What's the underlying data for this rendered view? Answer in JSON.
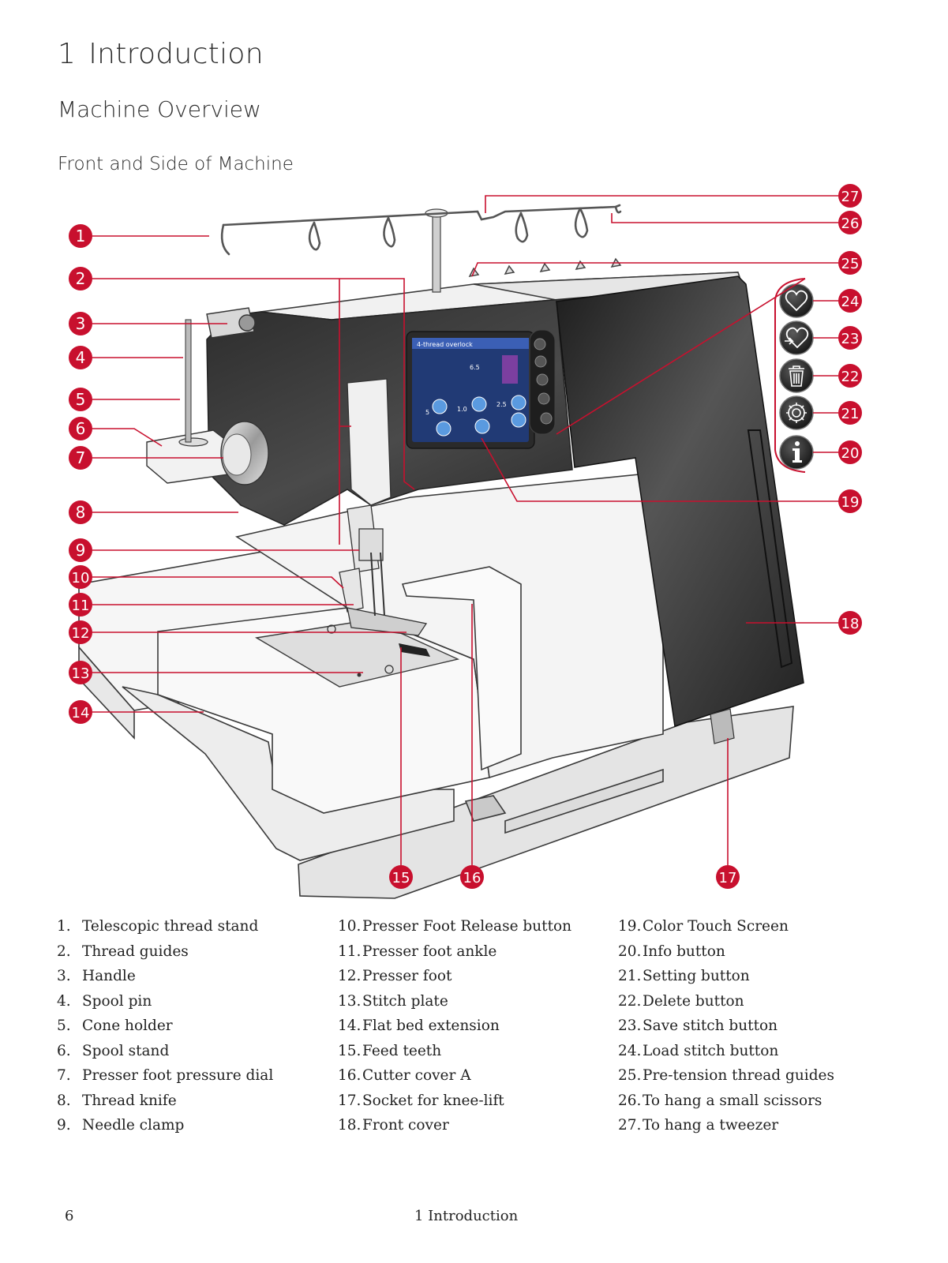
{
  "chapter": {
    "number": "1",
    "title": "Introduction"
  },
  "section_title": "Machine Overview",
  "subsection_title": "Front and Side of Machine",
  "figure": {
    "accent_color": "#c8102e",
    "callouts": [
      "1",
      "2",
      "3",
      "4",
      "5",
      "6",
      "7",
      "8",
      "9",
      "10",
      "11",
      "12",
      "13",
      "14",
      "15",
      "16",
      "17",
      "18",
      "19",
      "20",
      "21",
      "22",
      "23",
      "24",
      "25",
      "26",
      "27"
    ],
    "screen_labels": {
      "header": "4-thread overlock",
      "val_1": "5",
      "val_2": "1.0",
      "val_3": "2.5",
      "val_4": "6.5"
    },
    "side_buttons": [
      "heart-icon",
      "heart-save-icon",
      "trash-icon",
      "gear-icon",
      "info-icon"
    ]
  },
  "legend": {
    "col1": [
      {
        "n": "1.",
        "t": "Telescopic thread stand"
      },
      {
        "n": "2.",
        "t": "Thread guides"
      },
      {
        "n": "3.",
        "t": "Handle"
      },
      {
        "n": "4.",
        "t": "Spool pin"
      },
      {
        "n": "5.",
        "t": "Cone holder"
      },
      {
        "n": "6.",
        "t": "Spool stand"
      },
      {
        "n": "7.",
        "t": "Presser foot pressure dial"
      },
      {
        "n": "8.",
        "t": "Thread knife"
      },
      {
        "n": "9.",
        "t": "Needle clamp"
      }
    ],
    "col2": [
      {
        "n": "10.",
        "t": "Presser Foot Release button"
      },
      {
        "n": "11.",
        "t": "Presser foot ankle"
      },
      {
        "n": "12.",
        "t": "Presser foot"
      },
      {
        "n": "13.",
        "t": "Stitch plate"
      },
      {
        "n": "14.",
        "t": "Flat bed extension"
      },
      {
        "n": "15.",
        "t": "Feed teeth"
      },
      {
        "n": "16.",
        "t": "Cutter cover A"
      },
      {
        "n": "17.",
        "t": "Socket for knee-lift"
      },
      {
        "n": "18.",
        "t": "Front cover"
      }
    ],
    "col3": [
      {
        "n": "19.",
        "t": "Color Touch Screen"
      },
      {
        "n": "20.",
        "t": "Info button"
      },
      {
        "n": "21.",
        "t": "Setting button"
      },
      {
        "n": "22.",
        "t": "Delete button"
      },
      {
        "n": "23.",
        "t": "Save stitch button"
      },
      {
        "n": "24.",
        "t": "Load stitch button"
      },
      {
        "n": "25.",
        "t": "Pre-tension thread guides"
      },
      {
        "n": "26.",
        "t": "To hang a small scissors"
      },
      {
        "n": "27.",
        "t": "To hang a tweezer"
      }
    ]
  },
  "footer": {
    "page_number": "6",
    "section": "1 Introduction"
  }
}
